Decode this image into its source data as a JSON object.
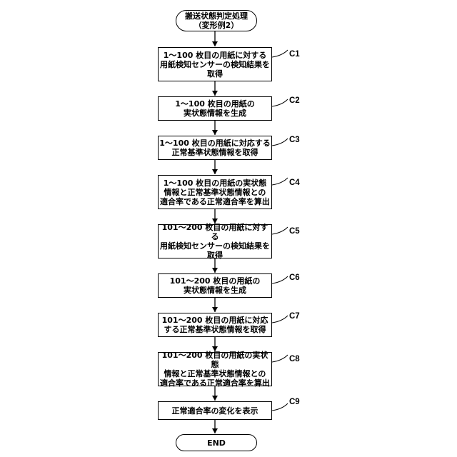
{
  "flowchart": {
    "start": "搬送状態判定処理\n（変形例2）",
    "steps": [
      {
        "label": "C1",
        "text": "1～100 枚目の用紙に対する\n用紙検知センサーの検知結果を\n取得"
      },
      {
        "label": "C2",
        "text": "1～100 枚目の用紙の\n実状態情報を生成"
      },
      {
        "label": "C3",
        "text": "1～100 枚目の用紙に対応する\n正常基準状態情報を取得"
      },
      {
        "label": "C4",
        "text": "1～100 枚目の用紙の実状態\n情報と正常基準状態情報との\n適合率である正常適合率を算出"
      },
      {
        "label": "C5",
        "text": "101～200 枚目の用紙に対する\n用紙検知センサーの検知結果を\n取得"
      },
      {
        "label": "C6",
        "text": "101～200 枚目の用紙の\n実状態情報を生成"
      },
      {
        "label": "C7",
        "text": "101～200 枚目の用紙に対応\nする正常基準状態情報を取得"
      },
      {
        "label": "C8",
        "text": "101～200 枚目の用紙の実状態\n情報と正常基準状態情報との\n適合率である正常適合率を算出"
      },
      {
        "label": "C9",
        "text": "正常適合率の変化を表示"
      }
    ],
    "end": "END"
  }
}
